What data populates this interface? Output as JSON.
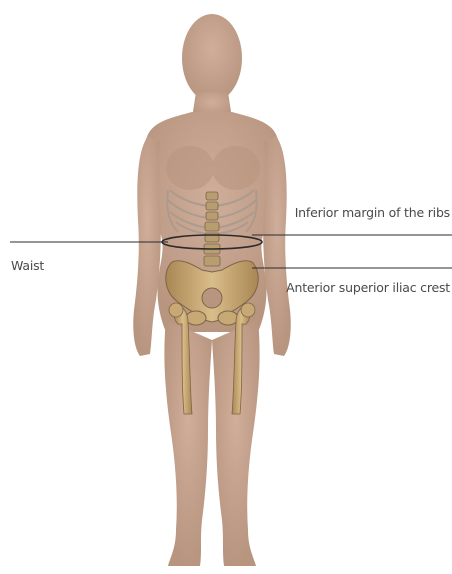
{
  "labels": {
    "inferior_margin_ribs": "Inferior margin of the ribs",
    "waist": "Waist",
    "anterior_superior_iliac_crest": "Anterior superior iliac crest"
  },
  "colors": {
    "skin": "#c4a28f",
    "bone": "#c8a874",
    "bone_shadow": "#8a6a3e",
    "line": "#2b2b2b",
    "text": "#4a4a4a"
  }
}
